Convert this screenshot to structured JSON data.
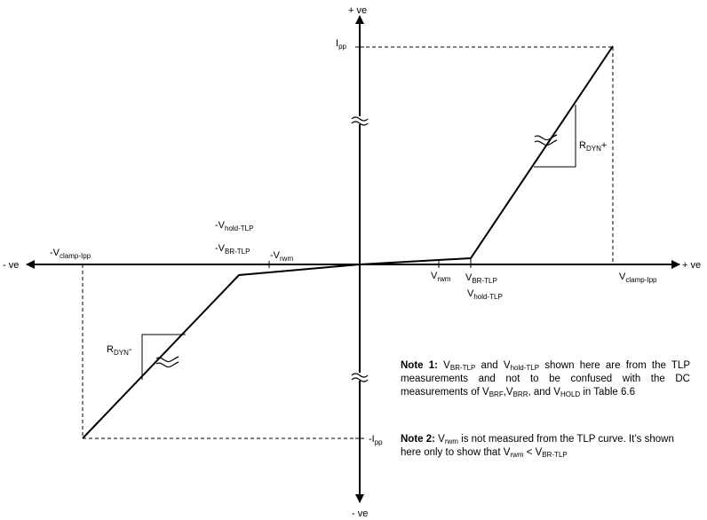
{
  "axes": {
    "y_top": "+ ve",
    "y_bottom": "- ve",
    "x_left": "- ve",
    "x_right": "+ ve"
  },
  "labels": {
    "ipp_pos": {
      "main": "I",
      "sub": "pp"
    },
    "ipp_neg": {
      "main": "-I",
      "sub": "pp"
    },
    "vclamp_pos": {
      "main": "V",
      "sub": "clamp-Ipp"
    },
    "vclamp_neg": {
      "main": "-V",
      "sub": "clamp-Ipp"
    },
    "vbr_pos": {
      "main": "V",
      "sub": "BR-TLP"
    },
    "vhold_pos": {
      "main": "V",
      "sub": "hold-TLP"
    },
    "vrwm_pos": {
      "main": "V",
      "sub": "rwm"
    },
    "vhold_neg": {
      "main": "-V",
      "sub": "hold-TLP"
    },
    "vbr_neg": {
      "main": "-V",
      "sub": "BR-TLP"
    },
    "vrwm_neg": {
      "main": "-V",
      "sub": "rwm"
    },
    "rdyn_pos": {
      "main": "R",
      "sub": "DYN",
      "suffix": "+"
    },
    "rdyn_neg": {
      "main": "R",
      "sub": "DYN",
      "suffix": "-"
    }
  },
  "notes": {
    "note1": {
      "title": "Note 1:",
      "p1": " V",
      "s1": "BR-TLP",
      "p2": " and V",
      "s2": "hold-TLP",
      "p3": " shown here are from the TLP measurements and not to be confused with the DC measurements of V",
      "s3": "BRF",
      "p4": ",V",
      "s4": "BRR",
      "p5": ", and V",
      "s5": "HOLD",
      "p6": " in Table 6.6"
    },
    "note2": {
      "title": "Note 2:",
      "p1": " V",
      "s1": "rwm",
      "p2": " is not measured from the TLP curve. It’s shown here only to show that V",
      "s2": "rwm",
      "p3": " <  V",
      "s3": "BR-TLP"
    }
  }
}
